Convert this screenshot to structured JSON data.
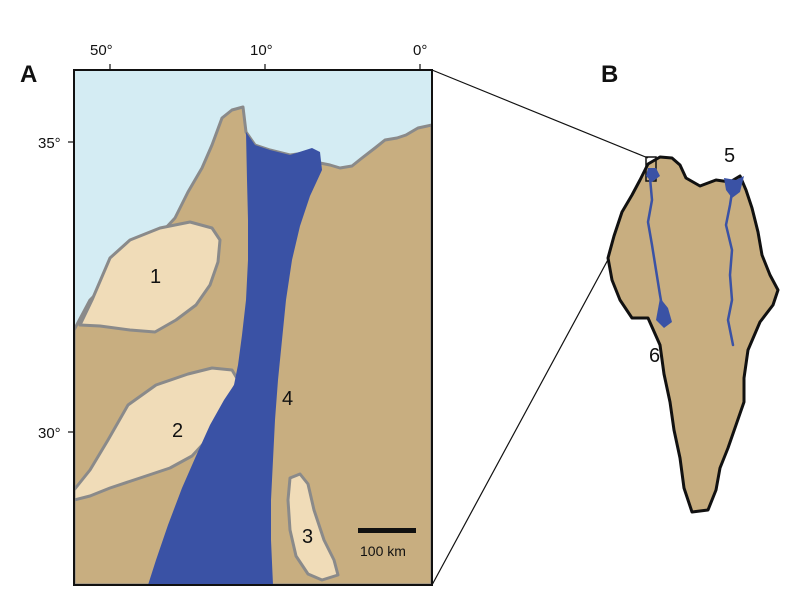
{
  "panels": {
    "a_label": "A",
    "b_label": "B"
  },
  "longitude_ticks": [
    "50°",
    "10°",
    "0°"
  ],
  "latitude_ticks": [
    "35°",
    "30°"
  ],
  "regions": {
    "r1": "1",
    "r2": "2",
    "r3": "3",
    "r4": "4",
    "r5": "5",
    "r6": "6"
  },
  "scale_bar": {
    "label": "100 km"
  },
  "colors": {
    "sea": "#d4ecf3",
    "land": "#c8ae80",
    "basin": "#f0dcb8",
    "river": "#3a52a5",
    "outline": "#8a8a8a"
  }
}
